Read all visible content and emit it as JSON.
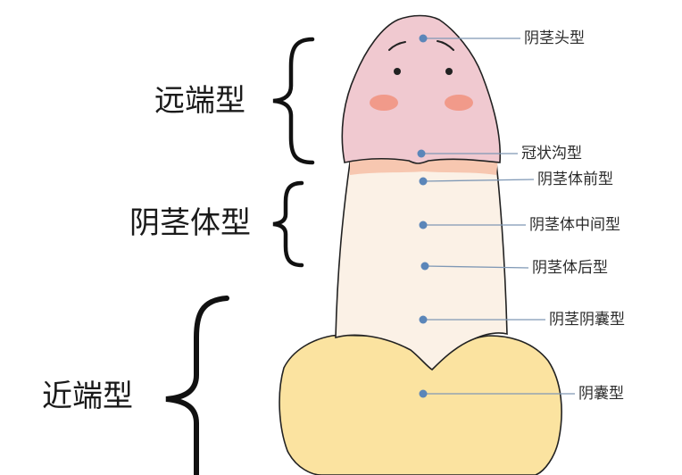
{
  "groups": {
    "distal": "远端型",
    "shaft": "阴茎体型",
    "proximal": "近端型"
  },
  "sites": {
    "glans": "阴茎头型",
    "coronal": "冠状沟型",
    "anterior_shaft": "阴茎体前型",
    "mid_shaft": "阴茎体中间型",
    "posterior_shaft": "阴茎体后型",
    "penoscrotal": "阴茎阴囊型",
    "scrotal": "阴囊型"
  },
  "colors": {
    "glans": "#f0c9d0",
    "blush": "#f19a8a",
    "corona_band": "#f7c7b0",
    "shaft": "#fbf1e6",
    "scrotum": "#fbe3a0",
    "outline": "#222222",
    "marker": "#5b86b9",
    "leader": "#7f98b5"
  }
}
